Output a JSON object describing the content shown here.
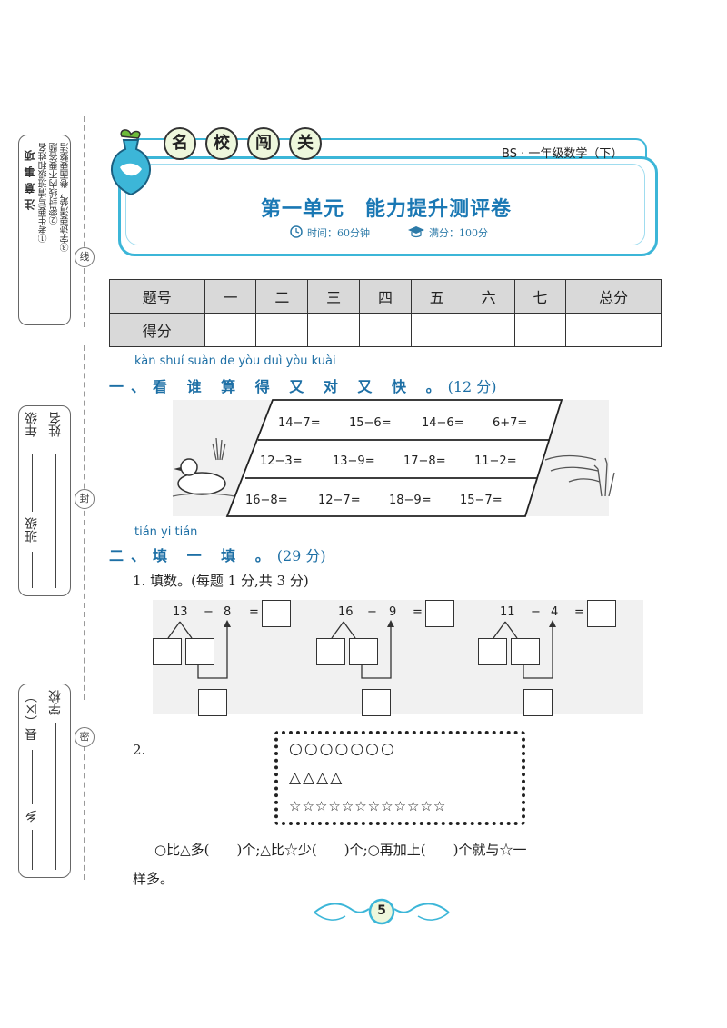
{
  "sidebar": {
    "notes_title": "注意事项",
    "notes": [
      "①考生要写清班级和姓名",
      "②密封线内不要答题",
      "③字迹要清楚，卷面要整洁"
    ],
    "seal_marks": [
      "线",
      "封",
      "密"
    ],
    "fields_mid": [
      "年级",
      "班级",
      "姓名"
    ],
    "fields_bottom": [
      "县（区）",
      "乡",
      "学校"
    ]
  },
  "header": {
    "series_chars": [
      "名",
      "校",
      "闯",
      "关"
    ],
    "edition": "BS · 一年级数学（下）",
    "title": "第一单元　能力提升测评卷",
    "time": "时间：60分钟",
    "score": "满分：100分"
  },
  "score_table": {
    "row1": [
      "题号",
      "一",
      "二",
      "三",
      "四",
      "五",
      "六",
      "七",
      "总分"
    ],
    "row2_label": "得分"
  },
  "section1": {
    "pinyin": "kàn shuí suàn de yòu duì yòu kuài",
    "title": "一、看 谁 算 得 又 对 又 快 。",
    "points": "(12 分)",
    "rows": [
      [
        "14−7=",
        "15−6=",
        "14−6=",
        "6+7="
      ],
      [
        "12−3=",
        "13−9=",
        "17−8=",
        "11−2="
      ],
      [
        "16−8=",
        "12−7=",
        "18−9=",
        "15−7="
      ]
    ]
  },
  "section2": {
    "pinyin": "tián yi tián",
    "title": "二、填 一 填 。",
    "points": "(29 分)",
    "q1": "1. 填数。(每题 1 分,共 3 分)",
    "q1_items": [
      {
        "a": "13",
        "op": "−",
        "b": "8",
        "eq": "="
      },
      {
        "a": "16",
        "op": "−",
        "b": "9",
        "eq": "="
      },
      {
        "a": "11",
        "op": "−",
        "b": "4",
        "eq": "="
      }
    ],
    "q2": "2.",
    "circles": "○○○○○○○",
    "triangles": "△△△△",
    "stars": "☆☆☆☆☆☆☆☆☆☆☆☆",
    "q2_text_line1": "○比△多(　　)个;△比☆少(　　)个;○再加上(　　)个就与☆一",
    "q2_text_line2": "样多。"
  },
  "footer": {
    "page": "5"
  },
  "colors": {
    "accent": "#1d6fa5",
    "banner": "#3cb6d8"
  }
}
